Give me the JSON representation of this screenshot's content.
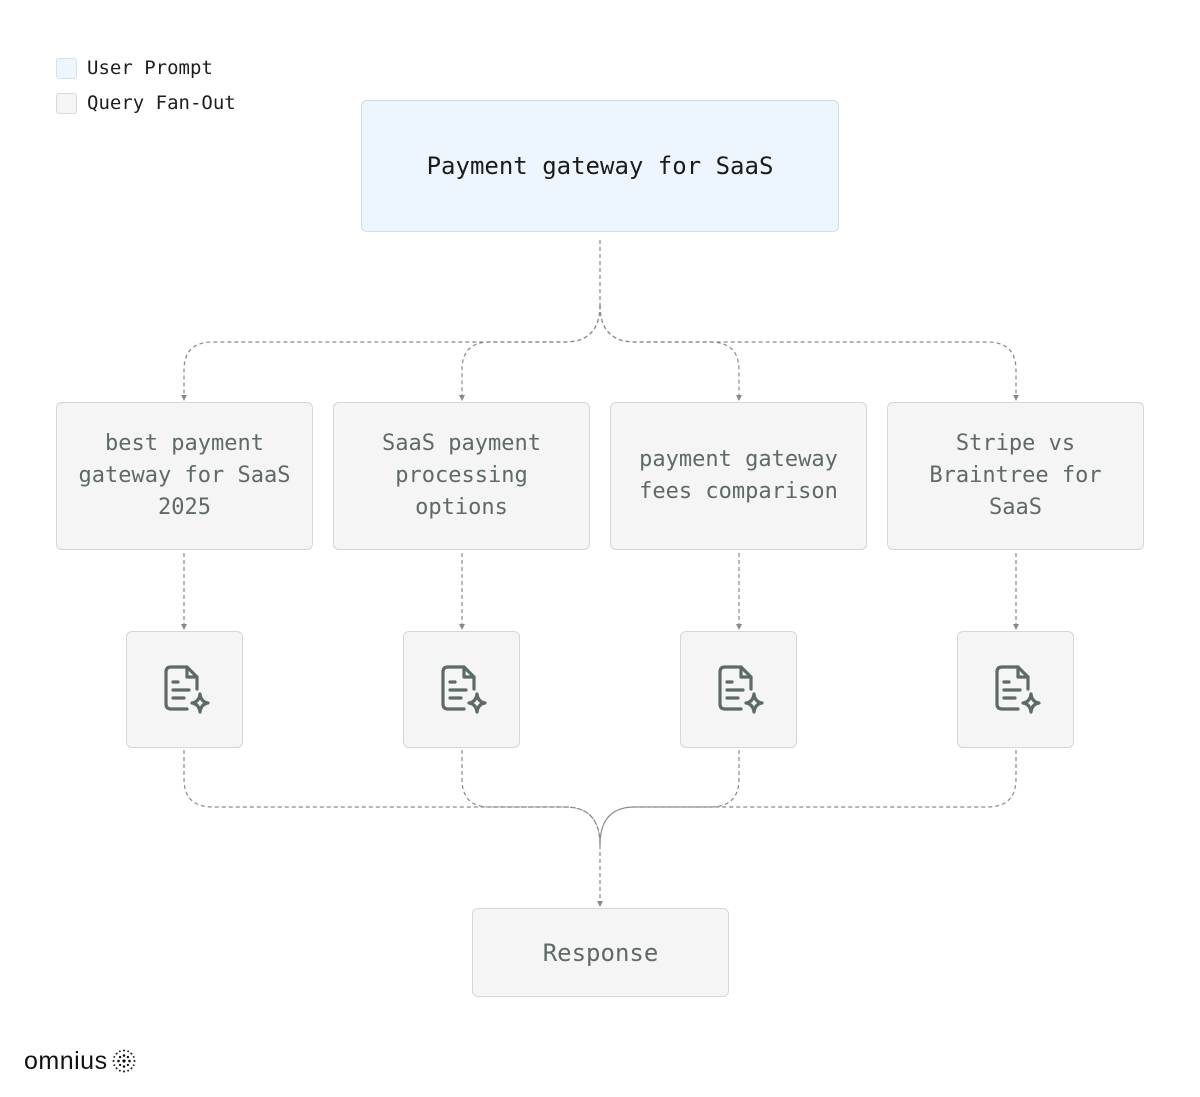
{
  "legend": {
    "user_prompt": "User Prompt",
    "query_fanout": "Query Fan-Out"
  },
  "prompt": {
    "text": "Payment gateway for SaaS"
  },
  "queries": [
    {
      "text": "best payment gateway for SaaS 2025"
    },
    {
      "text": "SaaS payment processing options"
    },
    {
      "text": "payment gateway fees comparison"
    },
    {
      "text": "Stripe vs Braintree for SaaS"
    }
  ],
  "documents": [
    {
      "icon": "document-sparkle-icon"
    },
    {
      "icon": "document-sparkle-icon"
    },
    {
      "icon": "document-sparkle-icon"
    },
    {
      "icon": "document-sparkle-icon"
    }
  ],
  "response": {
    "text": "Response"
  },
  "brand": {
    "name": "omnius",
    "logo_icon": "dotted-sphere-icon"
  },
  "colors": {
    "prompt_fill": "#eef6fd",
    "prompt_border": "#c9e0f2",
    "node_fill": "#f5f5f5",
    "node_border": "#d6d6d6",
    "node_text": "#5d6b64",
    "connector": "#8a8a8a"
  }
}
